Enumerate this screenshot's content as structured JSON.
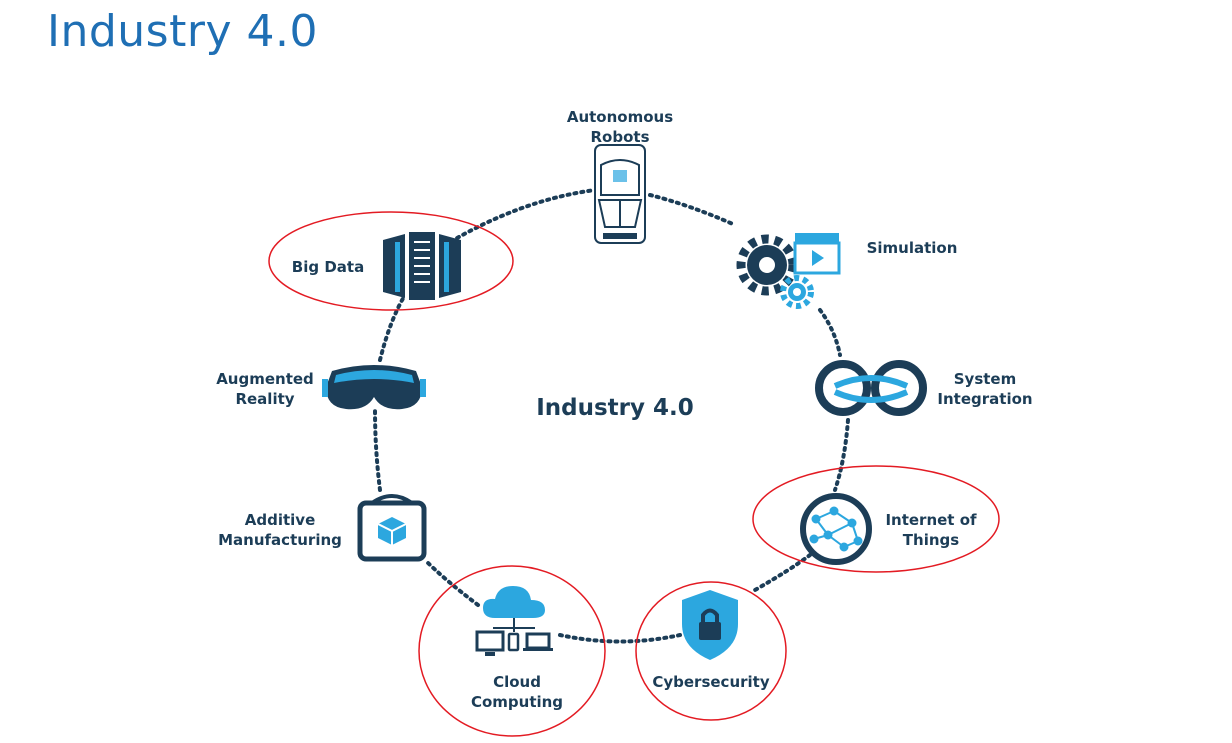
{
  "slide_title": "Industry 4.0",
  "center_label": "Industry 4.0",
  "colors": {
    "title": "#1f6fb4",
    "dark": "#1c3d57",
    "accent": "#2ca7df",
    "highlight": "#e31b23"
  },
  "nodes": [
    {
      "id": "autonomous-robots",
      "label_lines": [
        "Autonomous",
        "Robots"
      ],
      "icon": "robot-vehicle-icon",
      "highlighted": false
    },
    {
      "id": "simulation",
      "label_lines": [
        "Simulation"
      ],
      "icon": "gears-clapperboard-icon",
      "highlighted": false
    },
    {
      "id": "system-integration",
      "label_lines": [
        "System",
        "Integration"
      ],
      "icon": "linked-rings-icon",
      "highlighted": false
    },
    {
      "id": "internet-of-things",
      "label_lines": [
        "Internet of",
        "Things"
      ],
      "icon": "network-globe-icon",
      "highlighted": true
    },
    {
      "id": "cybersecurity",
      "label_lines": [
        "Cybersecurity"
      ],
      "icon": "shield-lock-icon",
      "highlighted": true
    },
    {
      "id": "cloud-computing",
      "label_lines": [
        "Cloud",
        "Computing"
      ],
      "icon": "cloud-devices-icon",
      "highlighted": true
    },
    {
      "id": "additive-manufacturing",
      "label_lines": [
        "Additive",
        "Manufacturing"
      ],
      "icon": "printer-cube-icon",
      "highlighted": false
    },
    {
      "id": "augmented-reality",
      "label_lines": [
        "Augmented",
        "Reality"
      ],
      "icon": "vr-headset-icon",
      "highlighted": false
    },
    {
      "id": "big-data",
      "label_lines": [
        "Big Data"
      ],
      "icon": "server-racks-icon",
      "highlighted": true
    }
  ]
}
